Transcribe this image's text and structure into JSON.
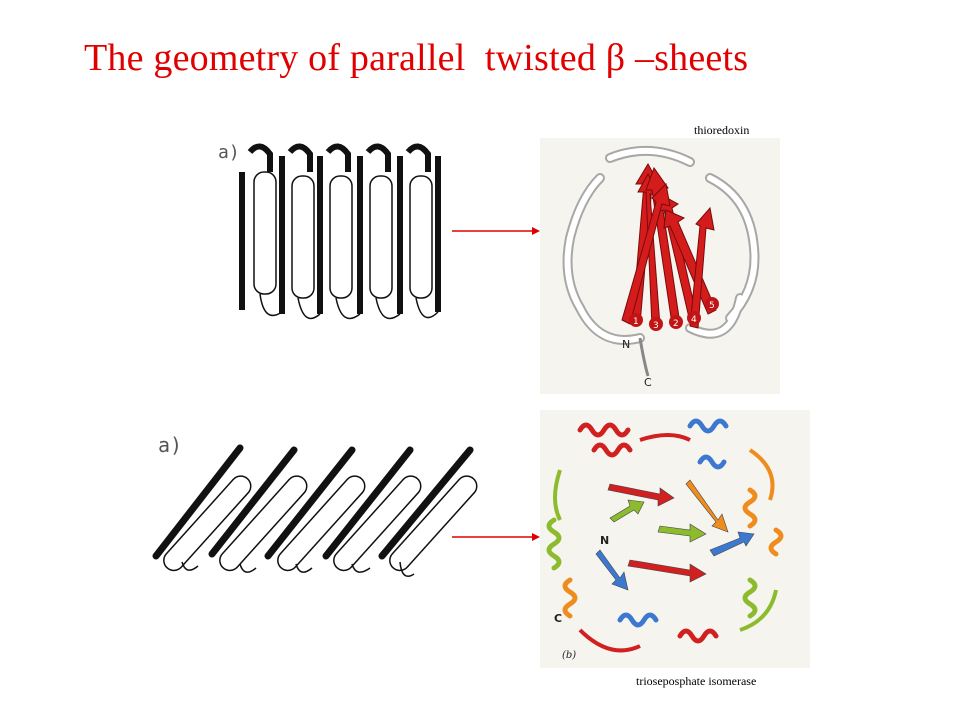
{
  "title": "The geometry of parallel  twisted β –sheets",
  "labels": {
    "thioredoxin": "thioredoxin",
    "tim": "trioseposphate isomerase"
  },
  "panels": {
    "top_left_tag": "a)",
    "bottom_left_tag": "a)",
    "thioredoxin_N": "N",
    "thioredoxin_C": "C",
    "strand_numbers": [
      "1",
      "3",
      "2",
      "4",
      "5"
    ],
    "tim_N": "N",
    "tim_C": "C",
    "tim_tag": "(b)"
  },
  "colors": {
    "title": "#e00000",
    "arrow": "#e00000"
  }
}
